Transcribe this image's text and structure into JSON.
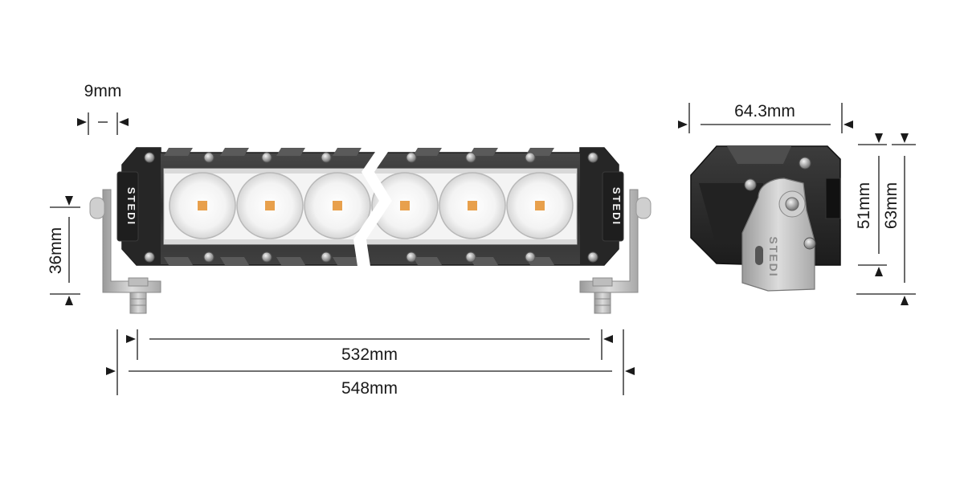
{
  "diagram": {
    "brand": "STEDI",
    "led_count": 6,
    "led_color": "#e8a04c",
    "body_color": "#2e2e2e",
    "dimensions": {
      "bracket_offset": "9mm",
      "height_front": "36mm",
      "inner_length": "532mm",
      "overall_length": "548mm",
      "depth": "64.3mm",
      "height_side_inner": "51mm",
      "height_side_outer": "63mm"
    }
  }
}
